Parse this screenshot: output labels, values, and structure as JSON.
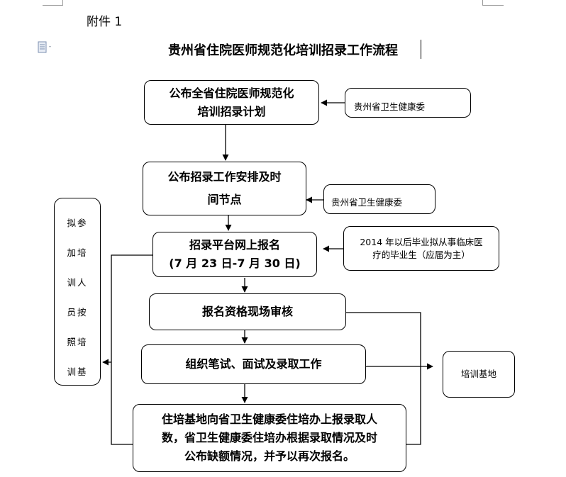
{
  "header": {
    "attachment_label": "附件 1",
    "title": "贵州省住院医师规范化培训招录工作流程"
  },
  "flow": {
    "step1": {
      "line1": "公布全省住院医师规范化",
      "line2": "培训招录计划"
    },
    "step2": {
      "line1": "公布招录工作安排及时",
      "line2": "间节点"
    },
    "step3": {
      "line1": "招录平台网上报名",
      "line2": "(7 月 23 日-7 月 30 日)"
    },
    "step4": {
      "line1": "报名资格现场审核"
    },
    "step5": {
      "line1": "组织笔试、面试及录取工作"
    },
    "step6": {
      "line1": "住培基地向省卫生健康委住培办上报录取人",
      "line2": "数，省卫生健康委住培办根据录取情况及时",
      "line3": "公布缺额情况，并予以再次报名。"
    }
  },
  "side_notes": {
    "note1": "贵州省卫生健康委",
    "note2": "贵州省卫生健康委",
    "note3": {
      "line1": "2014 年以后毕业拟从事临床医",
      "line2": "疗的毕业生（应届为主）"
    },
    "training_base": "培训基地"
  },
  "left_column": {
    "lines": [
      "拟参",
      "加培",
      "训人",
      "员按",
      "照培",
      "训基"
    ]
  }
}
